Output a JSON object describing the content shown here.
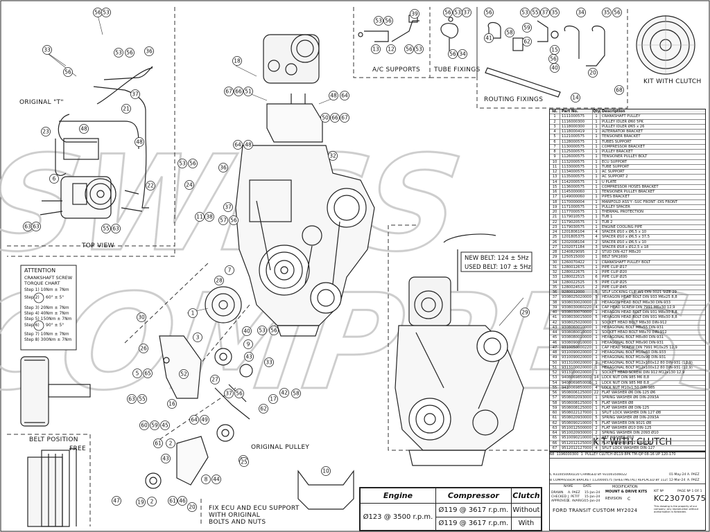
{
  "sections": {
    "top_view": "TOP VIEW",
    "ac_supports": "A/C SUPPORTS",
    "tube_fixings": "TUBE FIXINGS",
    "routing_fixings": "ROUTING FIXINGS",
    "kit_with_clutch_small": "KIT WITH CLUTCH",
    "kit_with_clutch_big": "KIT WITH CLUTCH",
    "original_t": "ORIGINAL \"T\"",
    "belt_position": "BELT POSITION",
    "free": "FREE",
    "original_pulley": "ORIGINAL PULLEY",
    "fix_ecu": [
      "FIX ECU AND ECU SUPPORT",
      "WITH ORIGINAL",
      "BOLTS AND NUTS"
    ]
  },
  "belt": {
    "new": "NEW BELT:  124 ± 5Hz",
    "used": "USED BELT:  107 ± 5Hz"
  },
  "attention": {
    "title": "ATTENTION",
    "subtitle": "CRANKSHAFT SCREW",
    "subtitle2": "TORQUE CHART",
    "steps": [
      "Step 1)  10Nm ± 7Nm",
      "Step 2)",
      "60° ± 5°",
      "Step 3)  20Nm ± 7Nm",
      "Step 4)  40Nm ± 7Nm",
      "Step 5)  150Nm ± 7Nm",
      "Step 6)",
      "90° ± 5°",
      "Step 7)  10Nm ± 7Nm",
      "Step 8)  300Nm ± 7Nm"
    ]
  },
  "parts_header": {
    "id": "Id.",
    "part": "Part No.",
    "qty": "Qty.",
    "desc": "Description"
  },
  "parts": [
    [
      "1",
      "1111000575",
      "1",
      "CRANKSHAFT PULLEY"
    ],
    [
      "2",
      "1116000300",
      "1",
      "PULLEY IDLER Ø60 5PK"
    ],
    [
      "3",
      "1118000300",
      "1",
      "PULLEY IDLER Ø65 x 26"
    ],
    [
      "4",
      "1118000419",
      "1",
      "ALTERNATOR BRACKET"
    ],
    [
      "5",
      "1121000575",
      "1",
      "TENSIONER BRACKET"
    ],
    [
      "6",
      "1128000575",
      "1",
      "TUBES SUPPORT"
    ],
    [
      "7",
      "1130000575",
      "1",
      "COMPRESSOR BRACKET"
    ],
    [
      "8",
      "1125000575",
      "1",
      "PULLEY BRACKET"
    ],
    [
      "9",
      "1126000575",
      "1",
      "TENSIONER PULLEY BOLT"
    ],
    [
      "10",
      "1132000575",
      "1",
      "ECU SUPPORT"
    ],
    [
      "11",
      "1133000575",
      "1",
      "TUBE SUPPORT"
    ],
    [
      "12",
      "1134000575",
      "1",
      "AC SUPPORT"
    ],
    [
      "13",
      "1135000575",
      "1",
      "AC SUPPORT 2"
    ],
    [
      "14",
      "1142000575",
      "1",
      "U PLATE"
    ],
    [
      "15",
      "1136000575",
      "1",
      "COMPRESSOR HOSES BRACKET"
    ],
    [
      "16",
      "1145000060",
      "1",
      "TENSIONER PULLEY BRACKET"
    ],
    [
      "17",
      "1149000060",
      "1",
      "PIPES BRACKET"
    ],
    [
      "18",
      "1170000004",
      "1",
      "MANIFOLD ASS'Y -SUC FRONT -DIS FRONT"
    ],
    [
      "19",
      "1171000575",
      "1",
      "PULLEY SPACER"
    ],
    [
      "20",
      "1177000575",
      "1",
      "THERMAL PROTECTION"
    ],
    [
      "21",
      "1179010575",
      "1",
      "TUB 1"
    ],
    [
      "22",
      "1179020575",
      "1",
      "TUB 2"
    ],
    [
      "23",
      "1179030575",
      "1",
      "ENGINE COOLING PIPE"
    ],
    [
      "24",
      "1201806104",
      "4",
      "SPACER Ø10 x Ø6,5 x 10"
    ],
    [
      "25",
      "1201805375",
      "4",
      "SPACER Ø10 x Ø6,5 x 37,5"
    ],
    [
      "26",
      "1202008104",
      "2",
      "SPACER Ø10 x Ø6,5 x 10"
    ],
    [
      "27",
      "1202071184",
      "3",
      "SPACER Ø18 x Ø12,5 x 18"
    ],
    [
      "28",
      "1240829095",
      "2",
      "STUD DIN-427 M8x20"
    ],
    [
      "29",
      "1250515000",
      "1",
      "BELT 5PK1690"
    ],
    [
      "30",
      "1260070422",
      "1",
      "CRANKSHAFT PULLEY BOLT"
    ],
    [
      "31",
      "1280012675",
      "1",
      "PIPE CLIP Ø17"
    ],
    [
      "32",
      "1280022675",
      "1",
      "PIPE CLIP Ø20"
    ],
    [
      "33",
      "1280022515",
      "6",
      "PIPE CLIP Ø25"
    ],
    [
      "34",
      "1280022525",
      "5",
      "PIPE CLIP Ø25"
    ],
    [
      "35",
      "1280024515",
      "2",
      "PIPE CLIP Ø45"
    ],
    [
      "36",
      "9280012000",
      "5",
      "SELF LOCKING CLIP W1 DIN-3021 SIZE 29"
    ],
    [
      "37",
      "9308025020000",
      "5",
      "HEXAGON HEAD BOLT DIN 933 M6x25 8,8"
    ],
    [
      "38",
      "9308030020000",
      "1",
      "HEXAGON HEAD BOLT M6x30 DIN-933"
    ],
    [
      "39",
      "9308030060220",
      "4",
      "CAP HEAD SCREW DIN 7991 M6x30 12,9"
    ],
    [
      "40",
      "9308030070000",
      "1",
      "HEXAGON HEAD BOLT DIN 931 M8x30 8,8"
    ],
    [
      "41",
      "9308030015000",
      "5",
      "HEXAGON HEAD BOLT DIN 931 M8x30 8,8"
    ],
    [
      "42",
      "9308025020000",
      "1",
      "SOCKET HEAD BOLT M8x30 DIN-912"
    ],
    [
      "43",
      "9308060010000",
      "1",
      "HEXAGONAL BOLT M8x55 DIN-931"
    ],
    [
      "44",
      "9308080010000",
      "1",
      "SOCKET HEAD BOLT M8x70 DIN-912"
    ],
    [
      "45",
      "9308080010000",
      "1",
      "HEXAGONAL BOLT M8x80 DIN-931"
    ],
    [
      "46",
      "9308090010000",
      "1",
      "HEXAGONAL BOLT M8x90 DIN-931"
    ],
    [
      "47",
      "9310050000220",
      "1",
      "CAP HEAD SCREW DIN 7991 M10x25 12,9"
    ],
    [
      "48",
      "9310090020000",
      "2",
      "HEXAGONAL BOLT M10x60 DIN-933"
    ],
    [
      "49",
      "9310090020000",
      "1",
      "HEXAGONAL BOLT M10x90 DIN-931"
    ],
    [
      "50",
      "9313100020000",
      "1",
      "HEXAGONAL BOLT M12x100x12 80 DIN-931 (12,9)"
    ],
    [
      "51",
      "9313100020000",
      "1",
      "HEXAGONAL BOLT M12x100x12 80 DIN-931 (12,9)"
    ],
    [
      "52",
      "9313100020000",
      "1",
      "SOCKET HEAD SCREW DIN 912 M12x130 12,9"
    ],
    [
      "53",
      "9408069850000",
      "14",
      "LOCK NUT DIN 985 M6 8,8"
    ],
    [
      "54",
      "9408069850000",
      "1",
      "LOCK NUT DIN 985 M8 8,8"
    ],
    [
      "55",
      "9410069850000",
      "4",
      "LOCK NUT M10x1,50 DIN-985"
    ],
    [
      "56",
      "9508006125000",
      "22",
      "FLAT WASHER Ø6 DIN-125 Ø6"
    ],
    [
      "57",
      "9508002093000",
      "1",
      "SPRING WASHER Ø6 DIN-2093A"
    ],
    [
      "58",
      "9508008125000",
      "5",
      "FLAT WASHER Ø8"
    ],
    [
      "59",
      "9508008125000",
      "1",
      "FLAT WASHER Ø8 DIN-125"
    ],
    [
      "60",
      "9508022127000",
      "1",
      "SPLIT LOCK WASHER DIN 127 Ø8"
    ],
    [
      "61",
      "9508020930000",
      "5",
      "SPRING WASHER Ø8 DIN-2093A"
    ],
    [
      "62",
      "9508090210000",
      "5",
      "FLAT WASHER DIN 9021 Ø8"
    ],
    [
      "63",
      "9510012500000",
      "2",
      "FLAT WASHER Ø10 DIN-125"
    ],
    [
      "64",
      "9510020930000",
      "2",
      "SPRING WASHER DIN 2093 Ø10"
    ],
    [
      "65",
      "9510090210000",
      "1",
      "AET WASHER Ø10"
    ],
    [
      "66",
      "9512012125000",
      "4",
      "FLAT WASHER Ø12 DIN-125"
    ],
    [
      "67",
      "9512012127000",
      "4",
      "SPLIT LOCK WASHER DIN-127"
    ]
  ],
  "clutch_row": [
    "68",
    "1196000300",
    "1",
    "PULLEY CLUTCH Ø119 8PK TM-QP 08-16 UP 120-170"
  ],
  "perf": {
    "headers": [
      "Engine",
      "Compressor",
      "Clutch"
    ],
    "rows": [
      [
        "Ø123 @ 3500 r.p.m.",
        "Ø119 @ 3617 r.p.m.",
        "Without"
      ],
      [
        "",
        "Ø119 @ 3617 r.p.m.",
        "With"
      ]
    ]
  },
  "title_block": {
    "rev_c": "C   9310050060220 CHANGED BY 931003506022",
    "rev_b": "B   COMPRESSOR BRACKET 1120000575 (SHEETMETAL) REPLACED BY 1125000575 (CAST)",
    "rev_dates": [
      "01-May-24",
      "12-Mar-24"
    ],
    "rev_names": [
      "A. PAEZ",
      "A. PAEZ"
    ],
    "rev_header": [
      "REV",
      "DESCRIPTION",
      "DATE",
      "NAME"
    ],
    "modification": "MODIFICATION",
    "drawn": "DRAWN",
    "checked": "CHECKED",
    "approved": "APPROVED",
    "drawn_name": "A. PAEZ",
    "checked_name": "J. PETIT",
    "approved_name": "E. AVARIGI",
    "date1": "15-Jan-24",
    "date2": "15-Jan-24",
    "date3": "15-Jan-24",
    "name_col": "NAME",
    "date_col": "DATE",
    "company": "MOUNT & DRIVE KITS",
    "revision": "REVISION",
    "revision_value": "C",
    "model": "FORD TRANSIT CUSTOM MY2024",
    "kit_no_label": "KIT Nº",
    "kit_no": "KC23070575",
    "page": "PAGE Nº  1  OF  1",
    "disclaimer": "This drawing is the property of our company; any reproduction without authorisation is forbidden."
  },
  "callouts": [
    "56",
    "53",
    "33",
    "36",
    "53",
    "56",
    "21",
    "37",
    "56",
    "18",
    "67",
    "66",
    "51",
    "48",
    "64",
    "50",
    "66",
    "67",
    "64",
    "48",
    "53",
    "56",
    "23",
    "6",
    "48",
    "63",
    "22",
    "55",
    "63",
    "63",
    "48",
    "36",
    "24",
    "11",
    "38",
    "57",
    "56",
    "37",
    "32",
    "7",
    "28",
    "1",
    "30",
    "26",
    "5",
    "65",
    "52",
    "63",
    "55",
    "3",
    "27",
    "16",
    "60",
    "59",
    "45",
    "64",
    "49",
    "37",
    "56",
    "62",
    "43",
    "40",
    "9",
    "33",
    "56",
    "53",
    "17",
    "42",
    "58",
    "2",
    "61",
    "43",
    "8",
    "44",
    "58",
    "20",
    "46",
    "61",
    "19",
    "47",
    "2",
    "10",
    "25",
    "29",
    "53",
    "56",
    "39",
    "12",
    "56",
    "53",
    "13",
    "56",
    "53",
    "37",
    "56",
    "34",
    "56",
    "53",
    "55",
    "37",
    "35",
    "34",
    "35",
    "56",
    "41",
    "62",
    "59",
    "15",
    "58",
    "56",
    "40",
    "20",
    "68",
    "14"
  ]
}
